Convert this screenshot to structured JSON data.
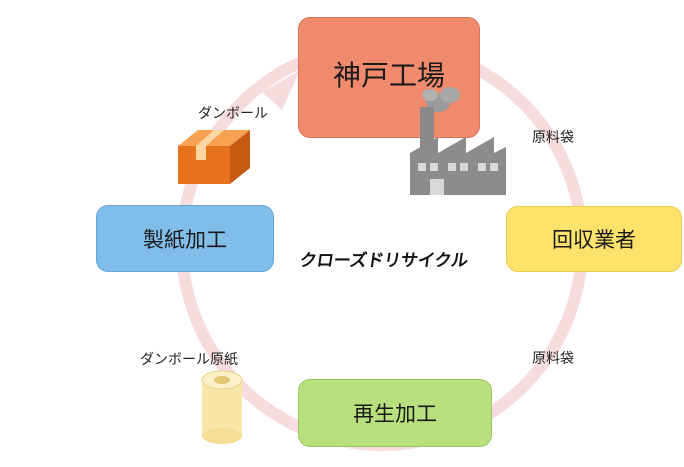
{
  "nodes": {
    "factory": {
      "label": "神戸工場",
      "color": "#f08a6c"
    },
    "collector": {
      "label": "回収業者",
      "color": "#fde06a"
    },
    "recycle": {
      "label": "再生加工",
      "color": "#b6e07c"
    },
    "papermaking": {
      "label": "製紙加工",
      "color": "#7fbde8"
    }
  },
  "center_label": "クローズドリサイクル",
  "edge_labels": {
    "cardboard": "ダンボール",
    "bags_top": "原料袋",
    "bags_bottom": "原料袋",
    "cardboard_base_paper": "ダンボール原紙"
  },
  "icons": [
    "factory-icon",
    "cardboard-box-icon",
    "paper-roll-icon"
  ]
}
